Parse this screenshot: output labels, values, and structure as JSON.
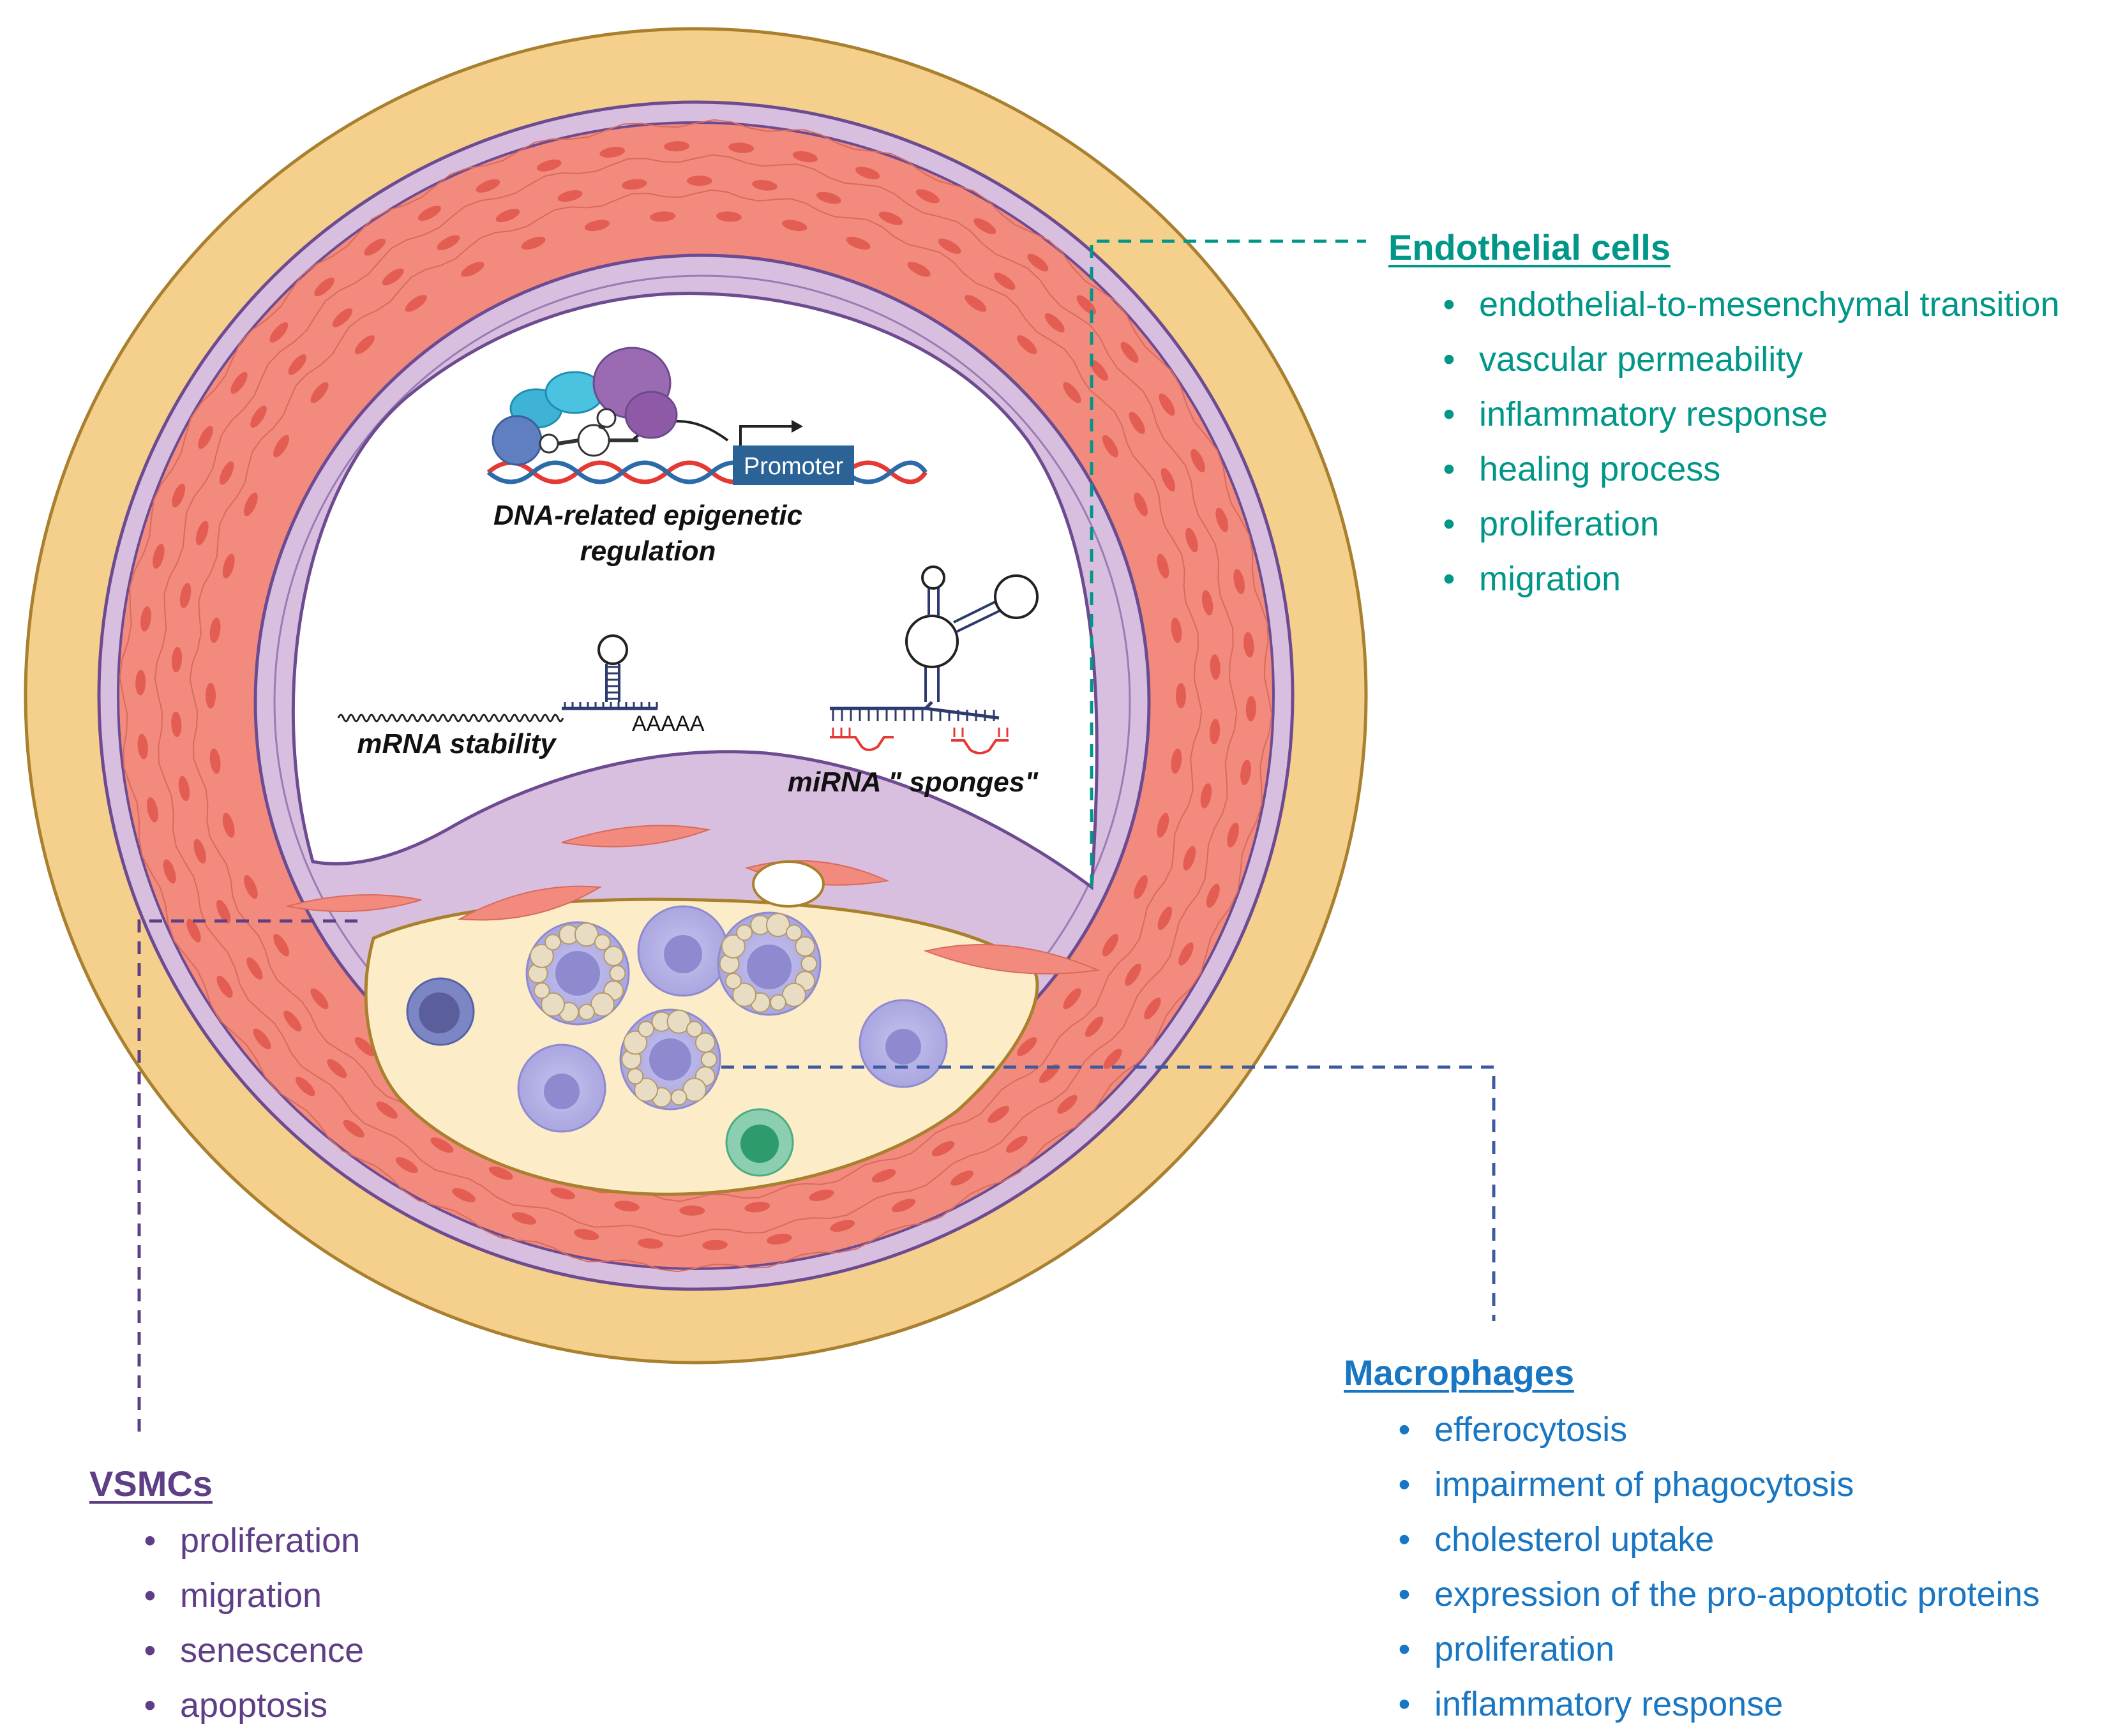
{
  "endothelial": {
    "title": "Endothelial cells",
    "color": "#009688",
    "items": [
      "endothelial-to-mesenchymal transition",
      "vascular permeability",
      "inflammatory response",
      "healing process",
      "proliferation",
      "migration"
    ]
  },
  "macrophages": {
    "title": "Macrophages",
    "color": "#1976c2",
    "items": [
      "efferocytosis",
      "impairment of phagocytosis",
      "cholesterol uptake",
      "expression of the pro-apoptotic proteins",
      "proliferation",
      "inflammatory response"
    ]
  },
  "vsmcs": {
    "title": "VSMCs",
    "color": "#5e3f86",
    "items": [
      "proliferation",
      "migration",
      "senescence",
      "apoptosis"
    ]
  },
  "lumen": {
    "promoter": "Promoter",
    "dna_label_1": "DNA-related epigenetic",
    "dna_label_2": "regulation",
    "polya": "AAAAA",
    "mrna_label": "mRNA stability",
    "mirna_label": "miRNA \" sponges\""
  },
  "colors": {
    "adventitia": "#f5cf8c",
    "media": "#f28b7d",
    "intima": "#d9bfdf",
    "plaque": "#fdecc8"
  }
}
